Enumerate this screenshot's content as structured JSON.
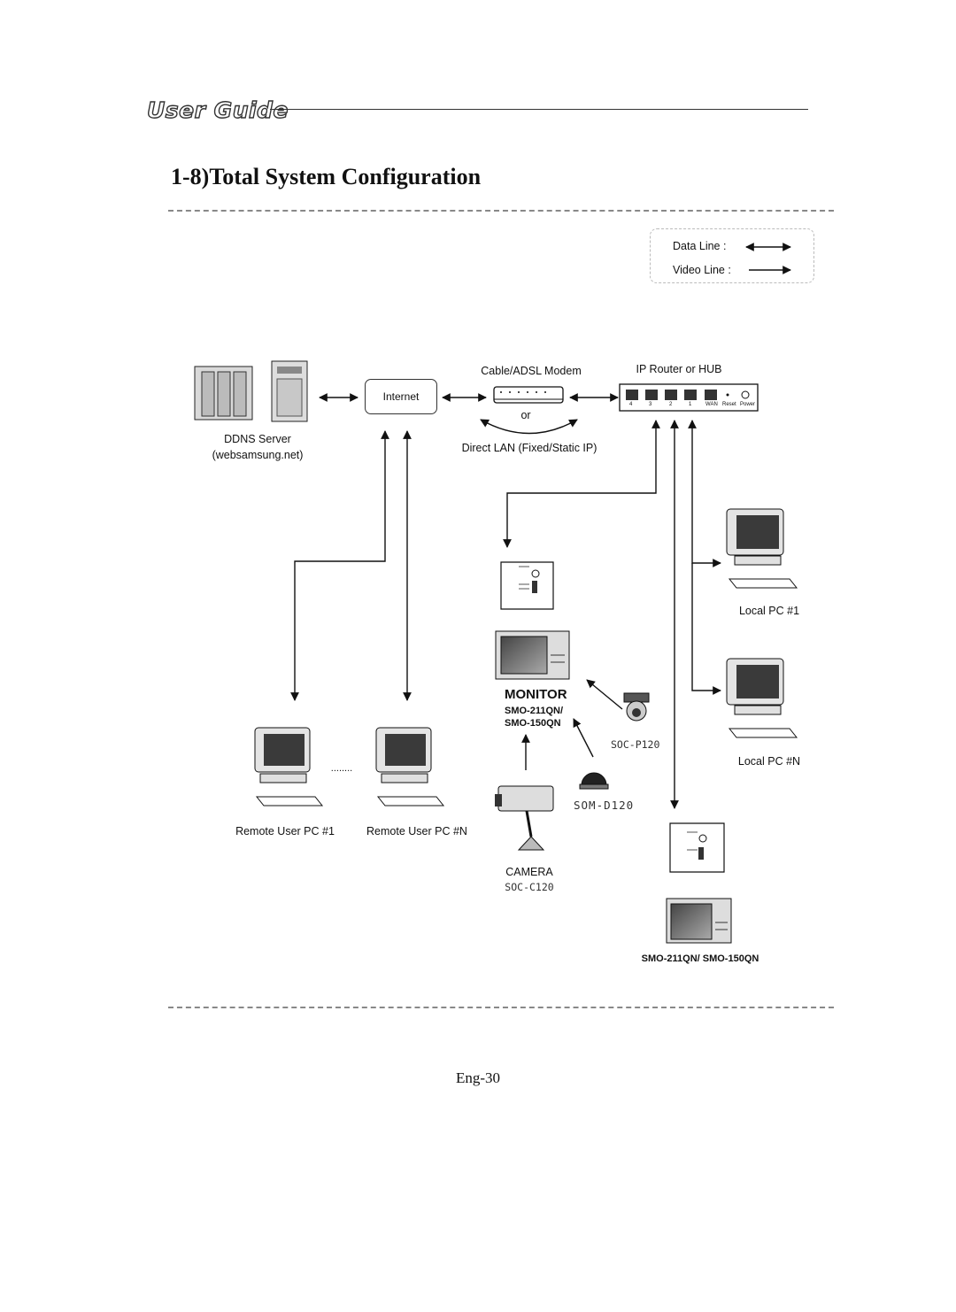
{
  "header": {
    "brand": "User Guide"
  },
  "page": {
    "title": "1-8)Total System Configuration",
    "page_number": "Eng-30"
  },
  "legend": {
    "data_line": "Data Line :",
    "video_line": "Video Line :"
  },
  "nodes": {
    "ddns_server": "DDNS Server",
    "ddns_domain": "(websamsung.net)",
    "internet": "Internet",
    "modem": "Cable/ADSL Modem",
    "or": "or",
    "direct_lan": "Direct LAN (Fixed/Static IP)",
    "router": "IP Router or HUB",
    "router_ports": [
      "4",
      "3",
      "2",
      "1",
      "WAN"
    ],
    "router_reset": "Reset",
    "router_power": "Power",
    "local_pc_1": "Local PC #1",
    "local_pc_n": "Local PC #N",
    "remote_pc_1": "Remote User PC #1",
    "remote_pc_n": "Remote User PC #N",
    "ellipsis": "........",
    "monitor": "MONITOR",
    "monitor_model_1": "SMO-211QN/",
    "monitor_model_2": "SMO-150QN",
    "ptz_camera": "SOC-P120",
    "dome_camera": "SOM-D120",
    "camera": "CAMERA",
    "camera_model": "SOC-C120",
    "monitor_2_models": "SMO-211QN/ SMO-150QN"
  }
}
